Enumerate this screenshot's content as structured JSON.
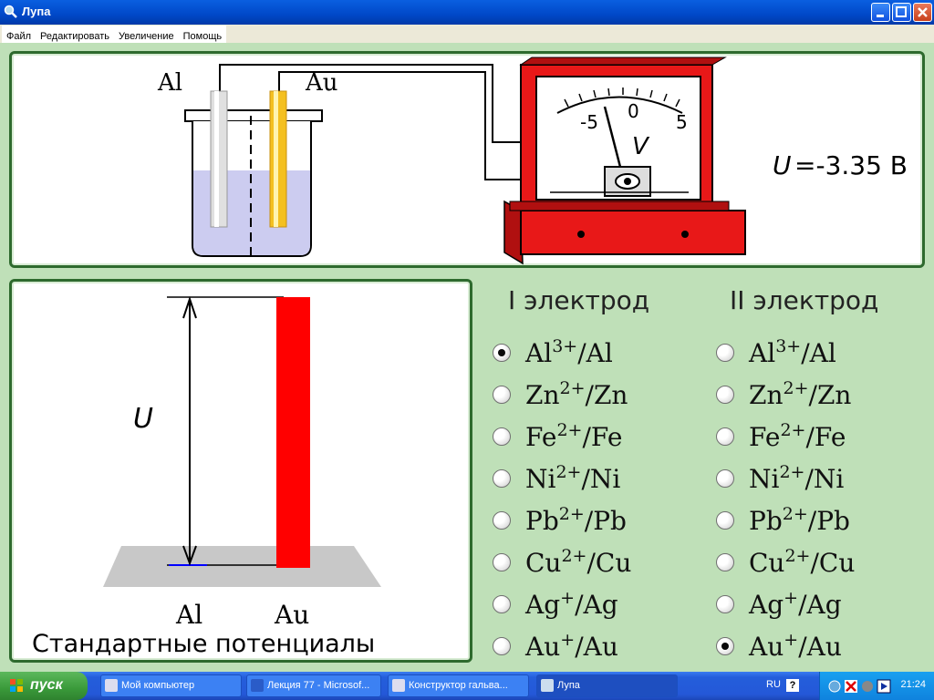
{
  "window": {
    "title": "Лупа"
  },
  "menu": [
    "Файл",
    "Редактировать",
    "Увеличение",
    "Помощь"
  ],
  "apparatus": {
    "electrode_left": "Al",
    "electrode_right": "Au",
    "meter_scale_left": "-5",
    "meter_scale_center": "0",
    "meter_scale_right": "5",
    "meter_unit": "V",
    "voltage_label": "U",
    "voltage_value": "=-3.35 В"
  },
  "potentials": {
    "u_label": "U",
    "left_label": "Al",
    "right_label": "Au",
    "caption": "Стандартные потенциалы"
  },
  "selector": {
    "col1_header": "I электрод",
    "col2_header": "II электрод",
    "options": [
      {
        "base": "Al",
        "charge": "3+",
        "tail": "/Al"
      },
      {
        "base": "Zn",
        "charge": "2+",
        "tail": "/Zn"
      },
      {
        "base": "Fe",
        "charge": "2+",
        "tail": "/Fe"
      },
      {
        "base": "Ni",
        "charge": "2+",
        "tail": "/Ni"
      },
      {
        "base": "Pb",
        "charge": "2+",
        "tail": "/Pb"
      },
      {
        "base": "Cu",
        "charge": "2+",
        "tail": "/Cu"
      },
      {
        "base": "Ag",
        "charge": "+",
        "tail": "/Ag"
      },
      {
        "base": "Au",
        "charge": "+",
        "tail": "/Au"
      }
    ],
    "selected_col1": 0,
    "selected_col2": 7
  },
  "taskbar": {
    "start_label": "пуск",
    "buttons": [
      "Мой компьютер",
      "Лекция 77 - Microsof...",
      "Конструктор гальва...",
      "Лупа"
    ],
    "lang": "RU",
    "clock": "21:24"
  },
  "colors": {
    "bar": "#ff0000",
    "meter": "#e81818",
    "panel_border": "#2e6a2e",
    "workspace": "#bfe0b8"
  }
}
